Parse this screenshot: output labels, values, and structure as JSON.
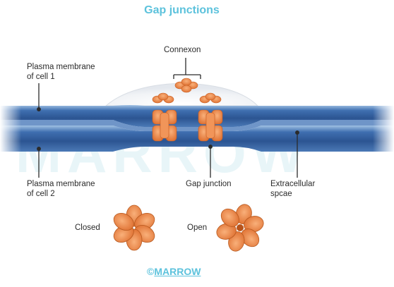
{
  "title": "Gap junctions",
  "labels": {
    "connexon": "Connexon",
    "membrane1_line1": "Plasma membrane",
    "membrane1_line2": "of cell 1",
    "membrane2_line1": "Plasma membrane",
    "membrane2_line2": "of cell 2",
    "gap_junction": "Gap junction",
    "extracellular_line1": "Extracellular",
    "extracellular_line2": "spcae",
    "closed": "Closed",
    "open": "Open"
  },
  "watermark": "MARROW",
  "copyright": {
    "symbol": "©",
    "brand": "MARROW"
  },
  "colors": {
    "title": "#5cc2dc",
    "membrane": "#2f5b9a",
    "connexin": "#f08a45"
  }
}
